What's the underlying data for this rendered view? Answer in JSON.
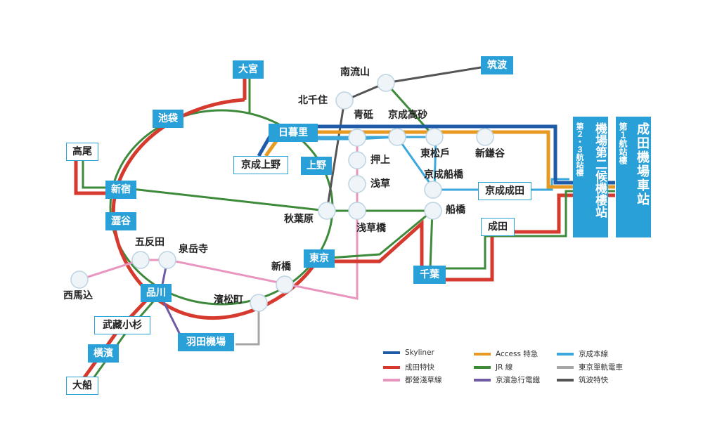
{
  "colors": {
    "skyliner": "#1f5ba8",
    "narita_express": "#d63a2f",
    "asakusa": "#e896bf",
    "access": "#e69a21",
    "jr": "#3e8a3b",
    "keikyu": "#6f5aa6",
    "keisei_main": "#3ba7db",
    "monorail": "#a6a6a6",
    "tsukuba": "#555555"
  },
  "stations": {
    "omiya": "大宮",
    "ikebukuro": "池袋",
    "takao": "高尾",
    "shinjuku": "新宿",
    "shibuya": "澀谷",
    "gotanda": "五反田",
    "sengakuji": "泉岳寺",
    "nishimagome": "西馬込",
    "shinagawa": "品川",
    "musashikosugi": "武藏小杉",
    "yokohama": "橫濱",
    "ofuna": "大船",
    "haneda": "羽田機場",
    "hamamatsucho": "濱松町",
    "shimbashi": "新橋",
    "tokyo": "東京",
    "akihabara": "秋葉原",
    "kitasenju": "北千住",
    "minamiNagareyama": "南流山",
    "tsukuba": "筑波",
    "nippori": "日暮里",
    "keiseiUeno": "京成上野",
    "ueno": "上野",
    "aoto": "青砥",
    "oshiage": "押上",
    "asakusa": "浅草",
    "asakusabashi": "浅草橋",
    "keiseiTakasago": "京成高砂",
    "higashimatsudo": "東松戶",
    "shinkamagaya": "新鎌谷",
    "keiseiFunabashi": "京成船橋",
    "funabashi": "船橋",
    "keiseiNarita": "京成成田",
    "narita": "成田",
    "chiba": "千葉",
    "airportT2": {
      "main": "機場第二候機樓站",
      "small": "第２・３航站樓"
    },
    "airportT1": {
      "main": "成田機場車站",
      "small": "第１航站樓"
    }
  },
  "legend": [
    {
      "label": "Skyliner",
      "color": "#1f5ba8"
    },
    {
      "label": "成田特快",
      "color": "#d63a2f"
    },
    {
      "label": "都營淺草線",
      "color": "#e896bf"
    },
    {
      "label": "Access 特急",
      "color": "#e69a21"
    },
    {
      "label": "JR 線",
      "color": "#3e8a3b"
    },
    {
      "label": "京濱急行電鐵",
      "color": "#6f5aa6"
    },
    {
      "label": "京成本線",
      "color": "#3ba7db"
    },
    {
      "label": "東京單軌電車",
      "color": "#a6a6a6"
    },
    {
      "label": "筑波特快",
      "color": "#555555"
    }
  ]
}
